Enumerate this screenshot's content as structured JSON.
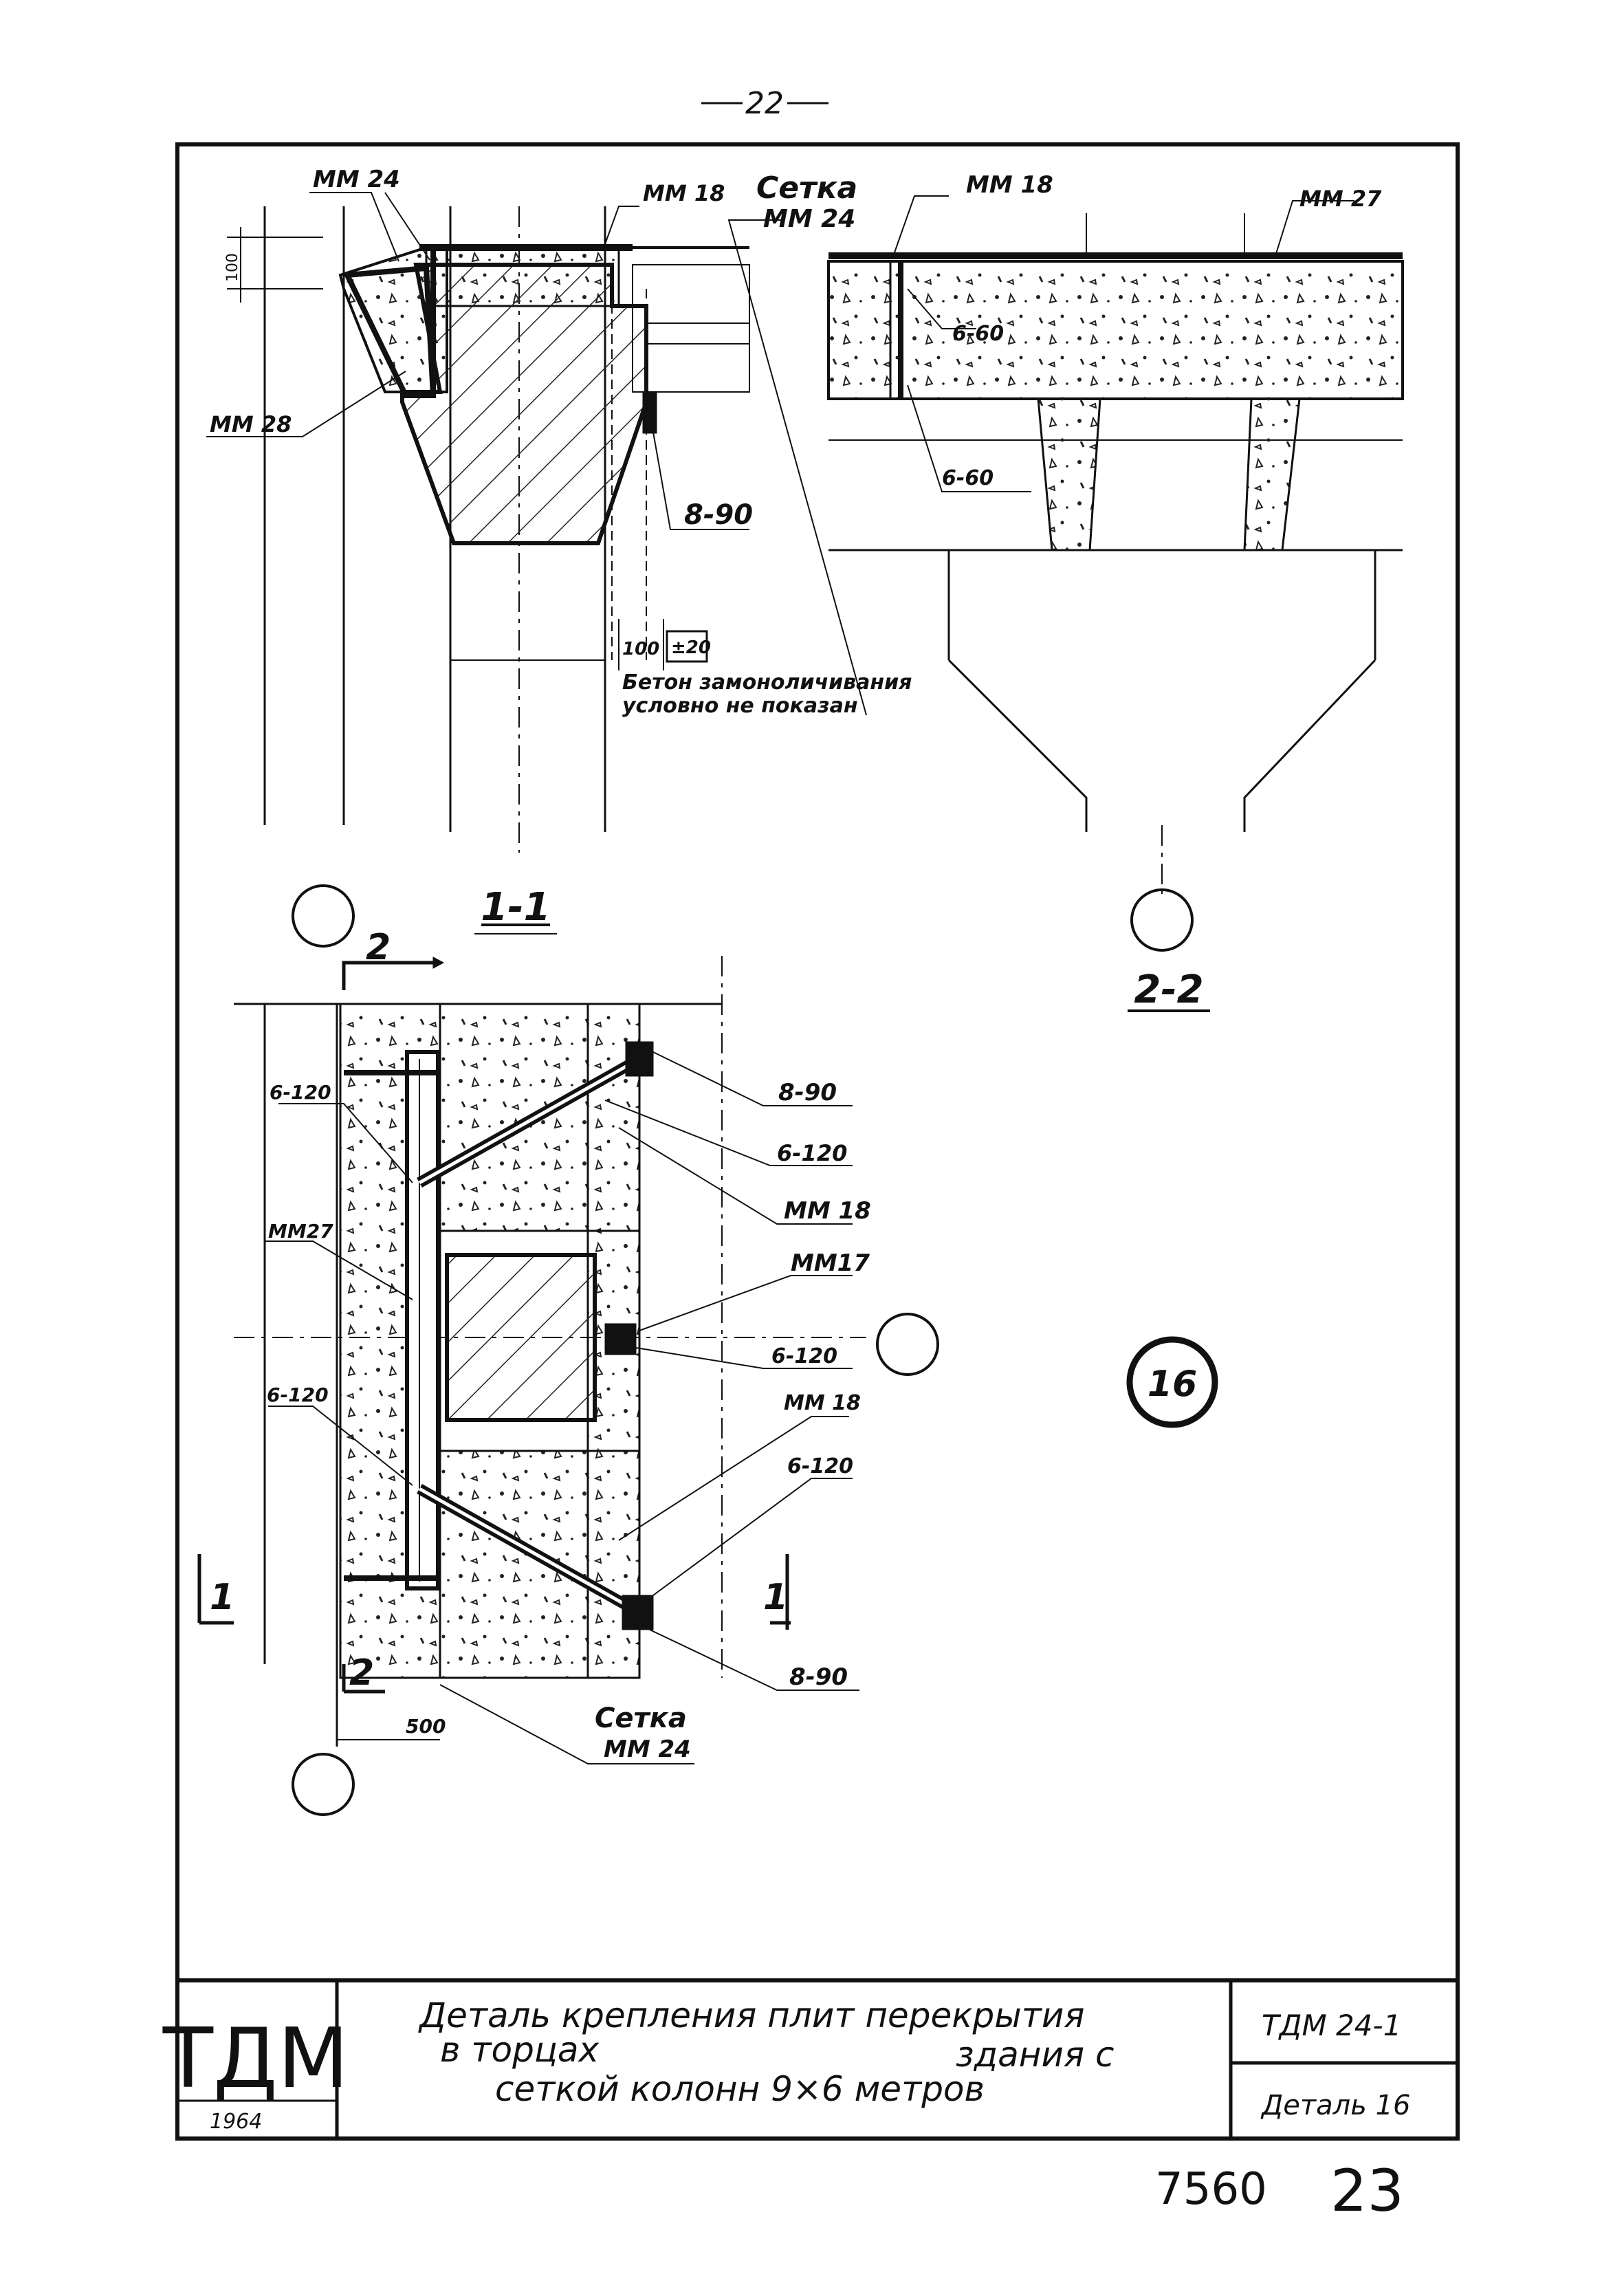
{
  "page_number": "22",
  "sheet": {
    "tdm_logo": "ТДМ",
    "year": "1964",
    "title_line1": "Деталь крепления плит перекрытия",
    "title_line2a": "в торцах",
    "title_line2b": "здания с",
    "title_line3": "сеткой колонн 9×6 метров",
    "code": "ТДМ 24-1",
    "detail_label": "Деталь 16"
  },
  "handwritten": {
    "left": "7560",
    "right": "23"
  },
  "section_1_1": {
    "title": "1-1",
    "labels": {
      "mm24_top": "ММ 24",
      "mm18_top": "ММ 18",
      "setka": "Сетка",
      "setka_mm": "ММ 24",
      "mm28": "ММ 28",
      "weld_890": "8-90",
      "dim_100_left": "100",
      "dim_100": "100",
      "dim_pm20": "±20",
      "note_line1": "Бетон замоноличивания",
      "note_line2": "условно не показан"
    }
  },
  "section_2_2": {
    "title": "2-2",
    "labels": {
      "mm18": "ММ 18",
      "mm27": "ММ 27",
      "weld_660a": "6-60",
      "weld_660b": "6-60"
    }
  },
  "plan": {
    "labels": {
      "weld_6120_tl": "6-120",
      "mm27": "ММ27",
      "weld_6120_bl": "6-120",
      "weld_890_tr": "8-90",
      "weld_6120_tr": "6-120",
      "mm18_tr": "ММ 18",
      "mm17": "ММ17",
      "weld_6120_mr": "6-120",
      "mm18_br": "ММ 18",
      "weld_6120_br": "6-120",
      "weld_890_br": "8-90",
      "setka": "Сетка",
      "setka_mm": "ММ 24",
      "dim_500": "500",
      "cut_2_top": "2",
      "cut_2_bottom": "2",
      "cut_1_left": "1",
      "cut_1_right": "1"
    }
  },
  "detail_marker": "16"
}
